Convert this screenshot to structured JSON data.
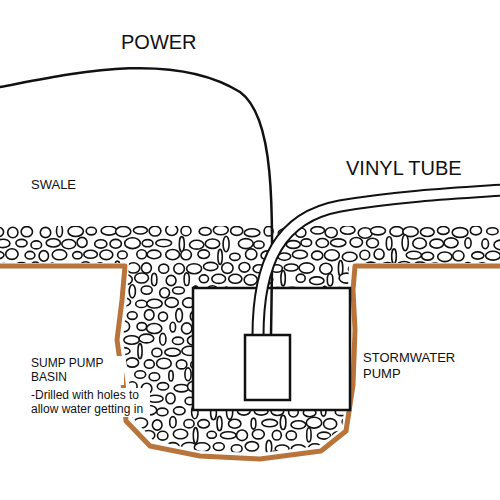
{
  "diagram": {
    "labels": [
      "POWER",
      "VINYL TUBE",
      "SWALE",
      "SUMP PUMP BASIN",
      "-Drilled with holes to allow water getting in",
      "STORMWATER PUMP"
    ]
  }
}
